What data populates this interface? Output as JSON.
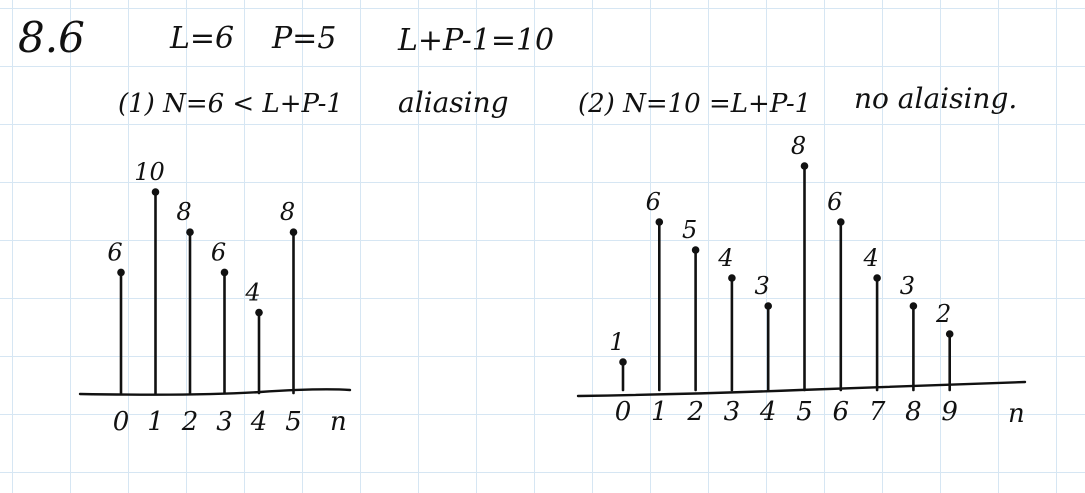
{
  "heading": {
    "problem": "8.6",
    "l_def": "L=6",
    "p_def": "P=5",
    "sum_def": "L+P-1=10"
  },
  "colors": {
    "ink": "#111111",
    "grid": "#d6e6f3",
    "paper": "#ffffff"
  },
  "chart_data": [
    {
      "type": "stem",
      "title": "(1) N=6 < L+P-1",
      "annotation": "aliasing",
      "xlabel": "n",
      "x": [
        0,
        1,
        2,
        3,
        4,
        5
      ],
      "values": [
        6,
        10,
        8,
        6,
        4,
        8
      ],
      "value_labels": [
        "6",
        "10",
        "8",
        "6",
        "4",
        "8"
      ],
      "tick_labels": [
        "0",
        "1",
        "2",
        "3",
        "4",
        "5"
      ],
      "ylim": [
        0,
        10
      ]
    },
    {
      "type": "stem",
      "title": "(2) N=10 =L+P-1",
      "annotation": "no alaising.",
      "xlabel": "n",
      "x": [
        0,
        1,
        2,
        3,
        4,
        5,
        6,
        7,
        8,
        9
      ],
      "values": [
        1,
        6,
        5,
        4,
        3,
        8,
        6,
        4,
        3,
        2
      ],
      "value_labels": [
        "1",
        "6",
        "5",
        "4",
        "3",
        "8",
        "6",
        "4",
        "3",
        "2"
      ],
      "tick_labels": [
        "0",
        "1",
        "2",
        "3",
        "4",
        "5",
        "6",
        "7",
        "8",
        "9"
      ],
      "ylim": [
        0,
        8
      ]
    }
  ]
}
